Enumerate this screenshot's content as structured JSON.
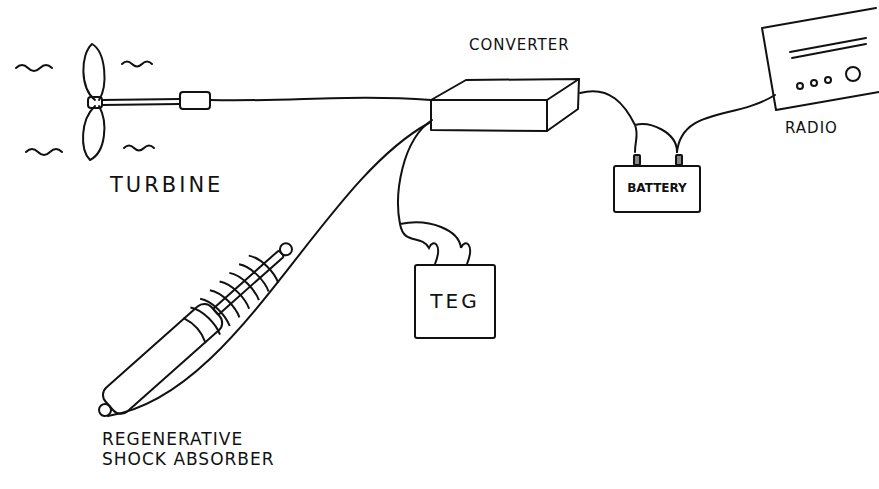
{
  "diagram": {
    "nodes": [
      {
        "text": [
          "CONVERTER"
        ]
      },
      {
        "text": [
          "RADIO"
        ]
      },
      {
        "text": [
          "TURBINE"
        ]
      },
      {
        "text": [
          "BATTERY"
        ]
      },
      {
        "text": [
          "TEG"
        ]
      },
      {
        "text": [
          "REGENERATIVE SHOCK ABSORBER"
        ]
      }
    ],
    "edges": [
      {
        "from": 2,
        "to": 0,
        "arrow": "none"
      },
      {
        "from": 0,
        "to": 3,
        "arrow": "none"
      },
      {
        "from": 3,
        "to": 1,
        "arrow": "none"
      },
      {
        "from": 0,
        "to": 4,
        "arrow": "none"
      },
      {
        "from": 5,
        "to": 0,
        "arrow": "none"
      }
    ]
  }
}
